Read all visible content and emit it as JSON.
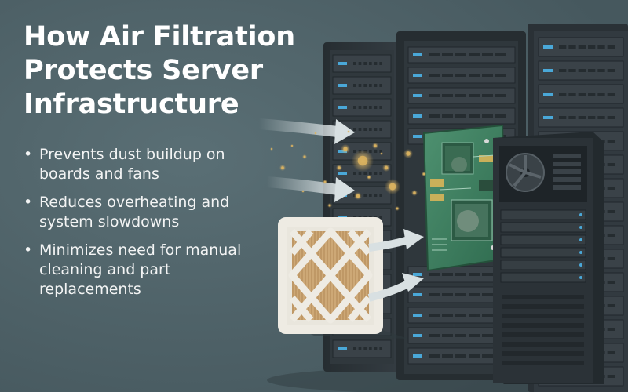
{
  "title": {
    "lines": [
      "How Air Filtration",
      "Protects Server",
      "Infrastructure"
    ]
  },
  "bullets": [
    {
      "lines": [
        "Prevents dust buildup on",
        "boards and fans"
      ]
    },
    {
      "lines": [
        "Reduces overheating and",
        "system slowdowns"
      ]
    },
    {
      "lines": [
        "Minimizes need for manual",
        "cleaning and part",
        "replacements"
      ]
    }
  ],
  "bullet_symbol": "•",
  "colors": {
    "background": "#4f6369",
    "rack_body": "#2d3439",
    "rack_panel": "#3a4248",
    "accent_led": "#4aa8d8",
    "circuit_board": "#3f7f5f",
    "filter_frame": "#e9e6dd",
    "filter_media": "#c9a77a",
    "airflow": "#cfd8da",
    "dust": "#d9b15e"
  }
}
